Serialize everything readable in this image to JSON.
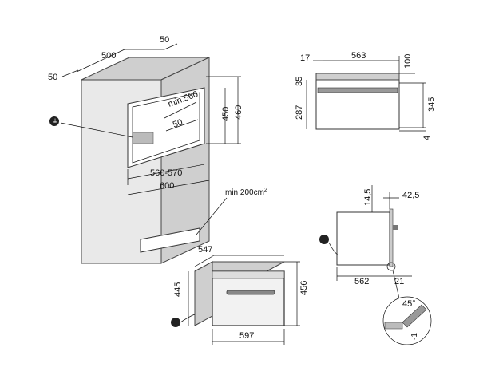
{
  "cabinet_view": {
    "top_width": "500",
    "top_side_right": "50",
    "top_side_left": "50",
    "niche_depth_min": "min.560",
    "gap": "50",
    "niche_height_a": "450",
    "niche_height_b": "460",
    "niche_width": "560-570",
    "cabinet_width": "600",
    "vent": "min.200cm",
    "vent_sup": "2"
  },
  "side_view_top": {
    "d17": "17",
    "d563": "563",
    "d100": "100",
    "d35": "35",
    "d287": "287",
    "d345": "345",
    "d4": "4"
  },
  "side_view_bottom": {
    "d14_5": "14,5",
    "d42_5": "42,5",
    "d562": "562",
    "d21": "21",
    "angle": "45°",
    "d_minus1": "-1"
  },
  "oven_view": {
    "d547": "547",
    "d445": "445",
    "d456": "456",
    "d597": "597"
  }
}
